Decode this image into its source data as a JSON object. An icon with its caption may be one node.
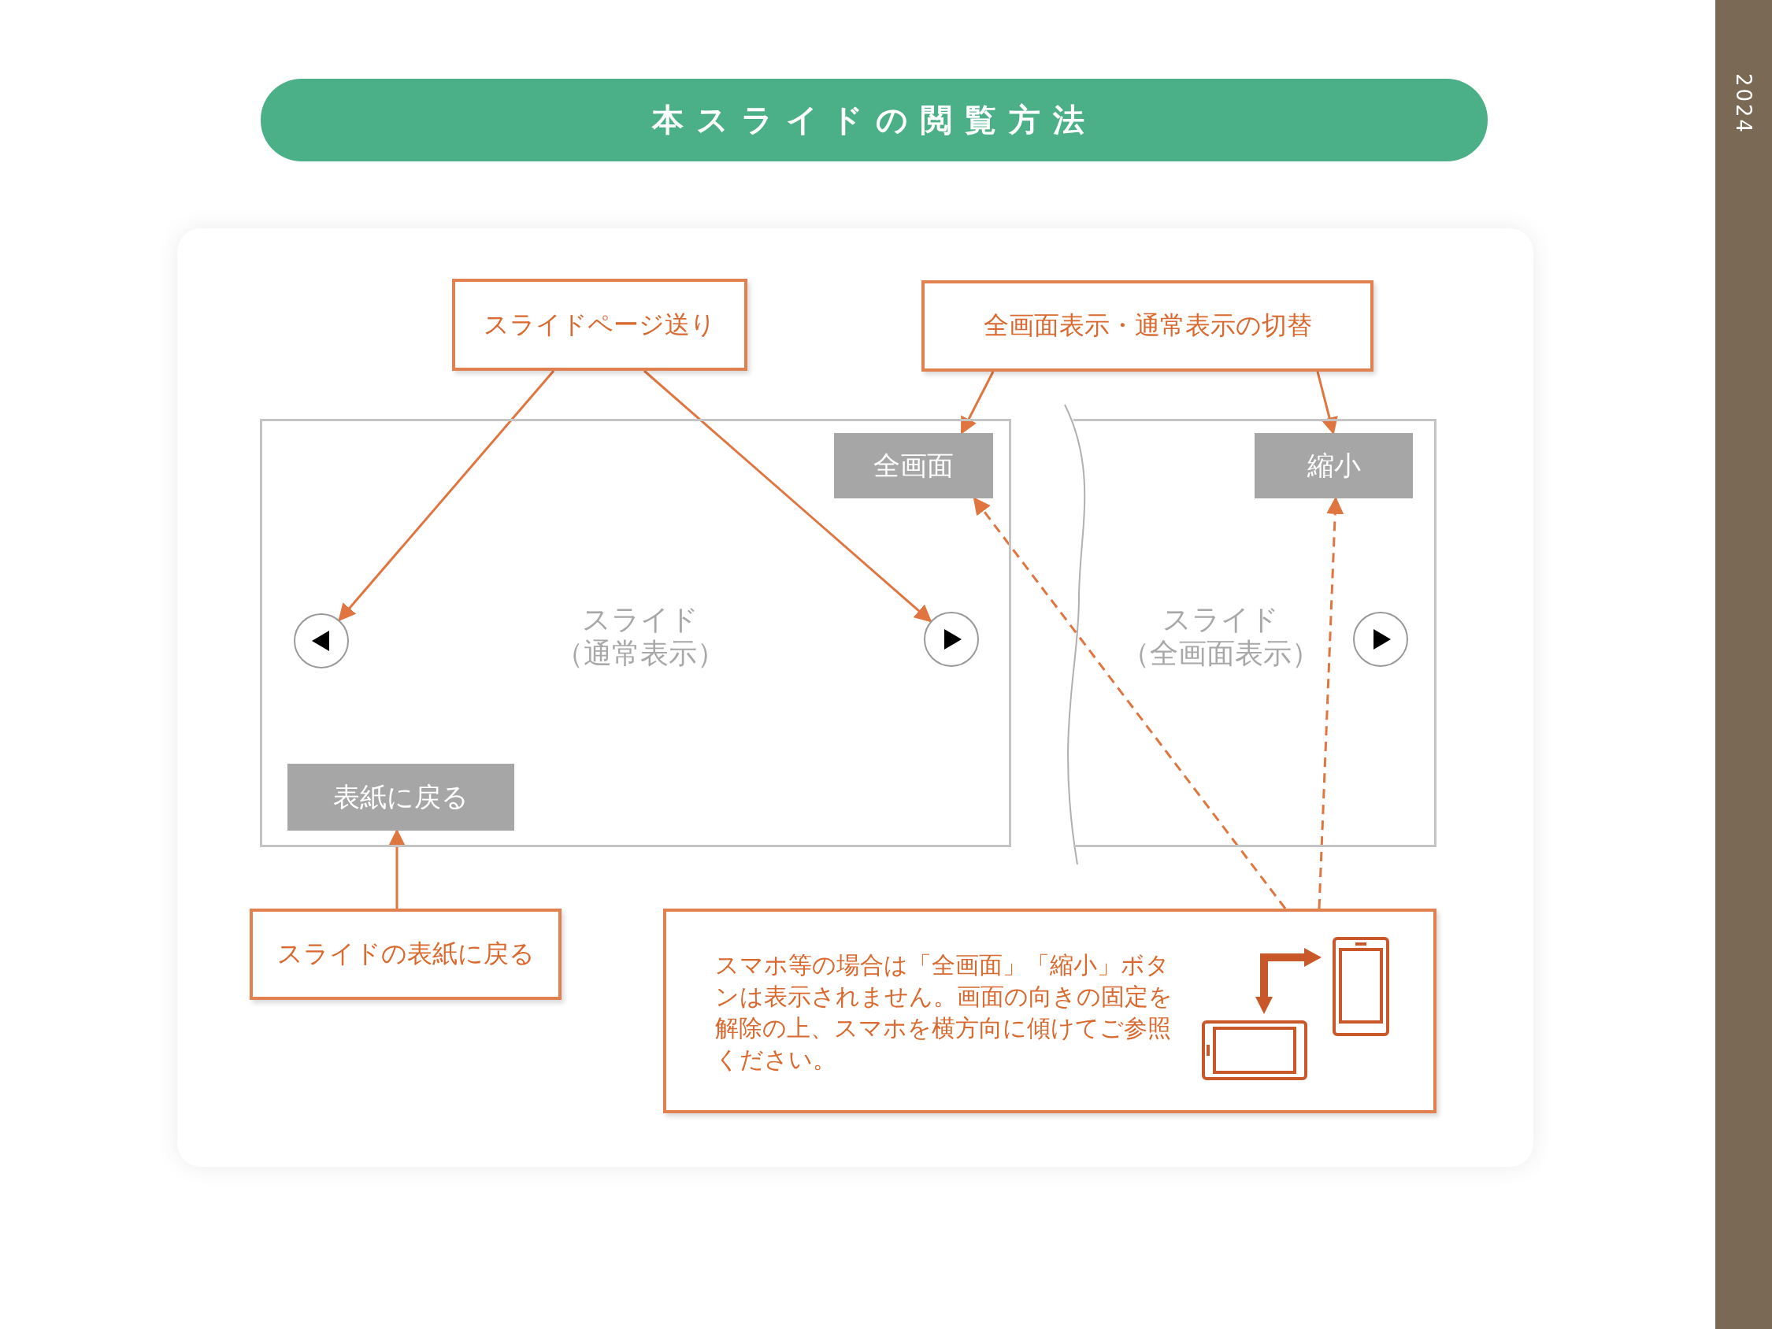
{
  "diagram": {
    "title": "本スライドの閲覧方法",
    "nodes": [
      {
        "text": [
          "スライドページ送り"
        ]
      },
      {
        "text": [
          "全画面表示・通常表示の切替"
        ]
      },
      {
        "text": [
          "スライド（通常表示）"
        ]
      },
      {
        "text": [
          "全画面"
        ],
        "in": 2
      },
      {
        "text": [],
        "shape": "circle",
        "in": 2
      },
      {
        "text": [],
        "shape": "circle",
        "in": 2
      },
      {
        "text": [
          "表紙に戻る"
        ],
        "in": 2
      },
      {
        "text": [
          "スライド（全画面表示）"
        ]
      },
      {
        "text": [
          "縮小"
        ],
        "in": 7
      },
      {
        "text": [],
        "shape": "circle",
        "in": 7
      },
      {
        "text": [
          "スライドの表紙に戻る"
        ]
      },
      {
        "text": [
          "スマホ等の場合は「全画面」「縮小」ボタンは表示されません。画面の向きの固定を解除の上、スマホを横方向に傾けてご参照ください。"
        ]
      }
    ],
    "edges": [
      {
        "from": 0,
        "to": 4,
        "arrow": "to"
      },
      {
        "from": 0,
        "to": 5,
        "arrow": "to"
      },
      {
        "from": 1,
        "to": 3,
        "arrow": "to"
      },
      {
        "from": 1,
        "to": 8,
        "arrow": "to"
      },
      {
        "from": 10,
        "to": 6,
        "arrow": "to"
      },
      {
        "from": 11,
        "to": 3,
        "arrow": "to",
        "style": "dashed"
      },
      {
        "from": 11,
        "to": 8,
        "arrow": "to",
        "style": "dashed"
      }
    ],
    "labels": [
      "2024"
    ]
  }
}
